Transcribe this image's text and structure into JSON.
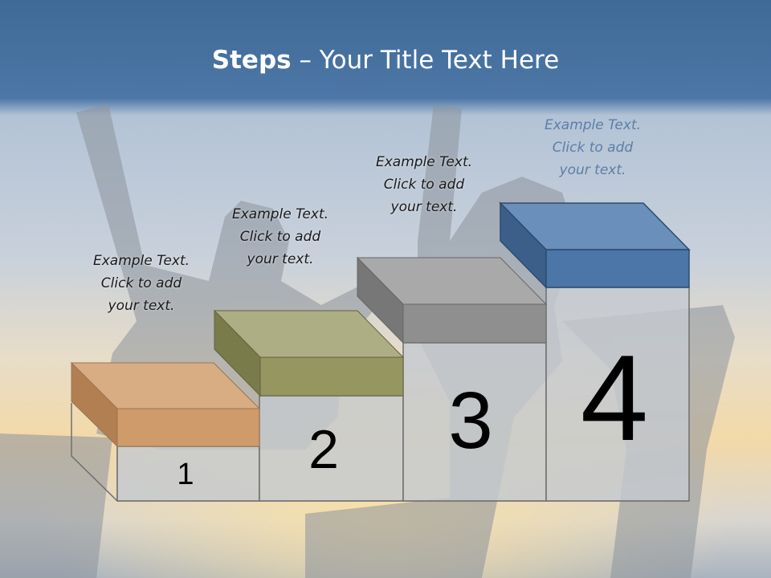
{
  "slide": {
    "title_bold": "Steps",
    "title_rest": " – Your Title Text Here",
    "colors": {
      "header": "#41699a",
      "step1": "#cf9b6a",
      "step2": "#959660",
      "step3": "#8f8f8f",
      "step4": "#4b76a7"
    },
    "steps": [
      {
        "number": "1",
        "line1": "Example Text.",
        "line2": "Click  to add",
        "line3": "your text."
      },
      {
        "number": "2",
        "line1": "Example Text.",
        "line2": "Click  to add",
        "line3": "your text."
      },
      {
        "number": "3",
        "line1": "Example Text.",
        "line2": "Click  to add",
        "line3": "your text."
      },
      {
        "number": "4",
        "line1": "Example Text.",
        "line2": "Click  to add",
        "line3": "your text."
      }
    ]
  }
}
